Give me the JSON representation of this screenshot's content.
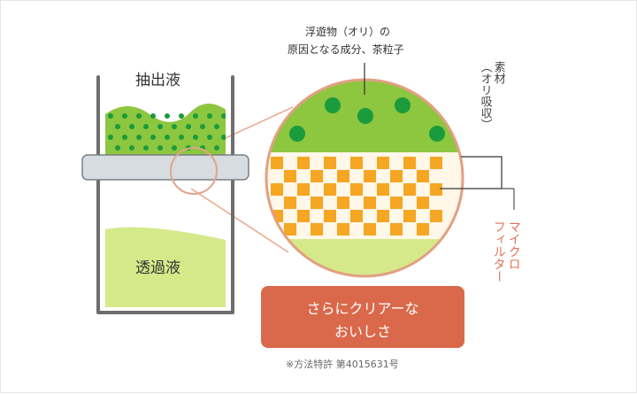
{
  "labels": {
    "extract": "抽出液",
    "filtrate": "透過液",
    "note_line1": "浮遊物（オリ）の",
    "note_line2": "原因となる成分、茶粒子",
    "material_line1": "素材",
    "material_line2": "（オリ吸収）",
    "filter_line1": "マイクロ",
    "filter_line2": "フィルター",
    "result_line1": "さらにクリアーな",
    "result_line2": "おいしさ",
    "patent": "※方法特許 第4015631号"
  },
  "colors": {
    "green": "#8dc63f",
    "dark_green": "#1a9b3c",
    "light_green": "#d6e98a",
    "orange": "#f5a623",
    "callout_line": "#e8a888",
    "container": "#6d6d6d",
    "result_bg": "#d9694a"
  }
}
